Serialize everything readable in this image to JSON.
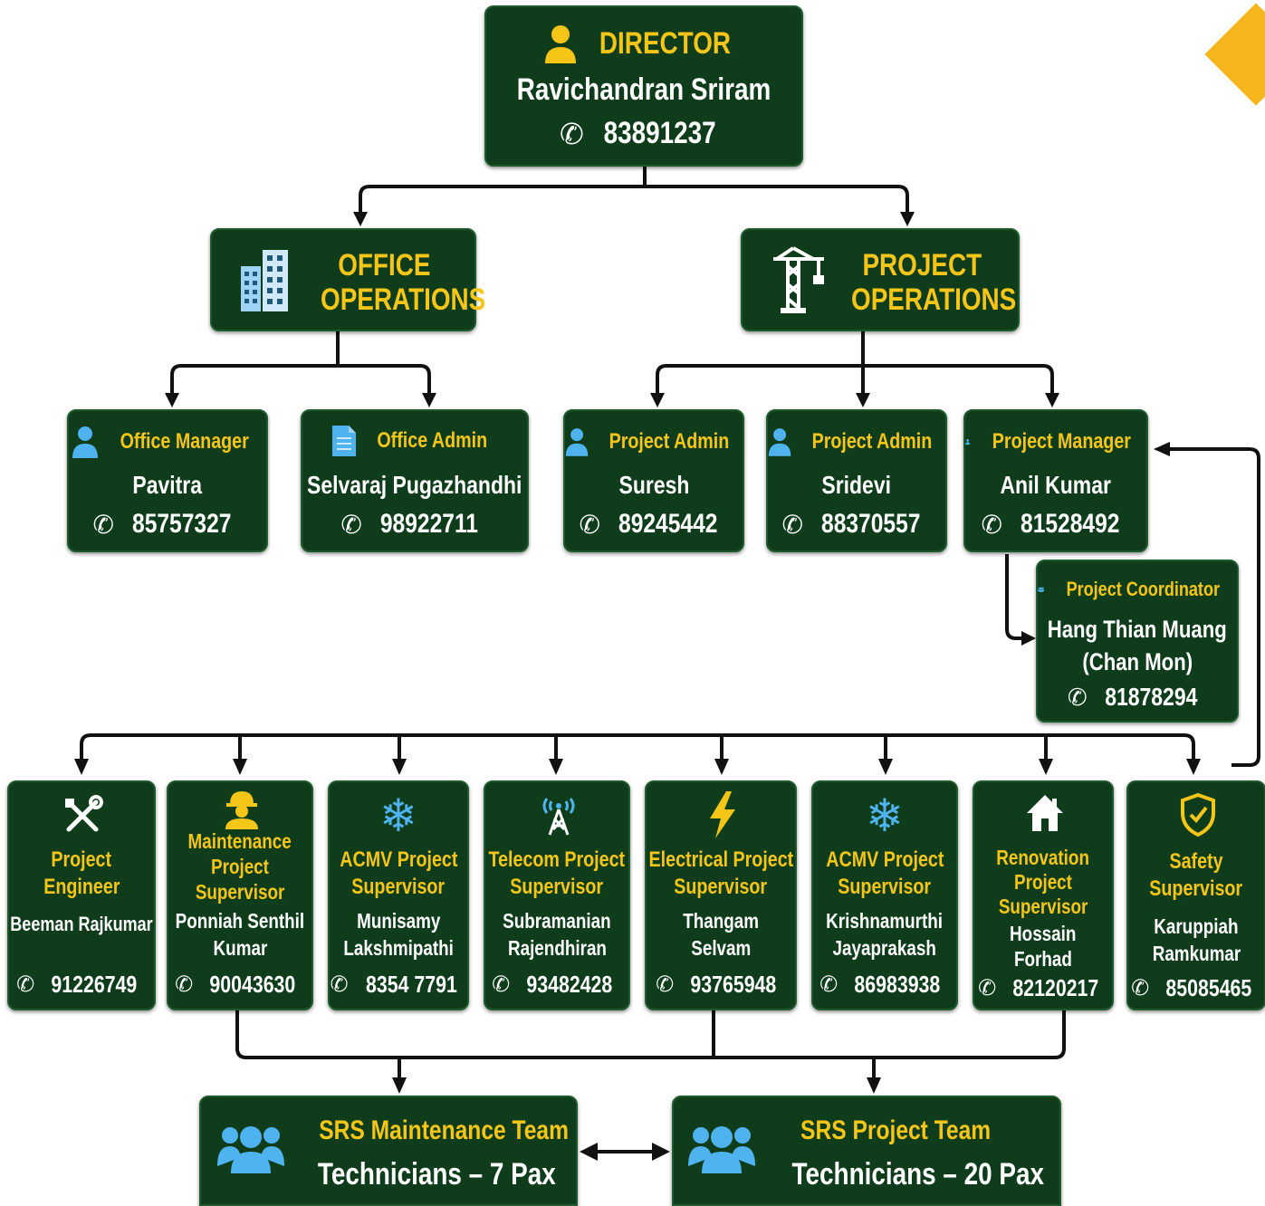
{
  "director": {
    "title": "DIRECTOR",
    "name": "Ravichandran Sriram",
    "phone": "83891237"
  },
  "divisions": {
    "office": {
      "line1": "OFFICE",
      "line2": "OPERATIONS"
    },
    "project": {
      "line1": "PROJECT",
      "line2": "OPERATIONS"
    }
  },
  "managers": [
    {
      "role": "Office Manager",
      "name": "Pavitra",
      "phone": "85757327",
      "icon": "person-icon"
    },
    {
      "role": "Office Admin",
      "name": "Selvaraj Pugazhandhi",
      "phone": "98922711",
      "icon": "document-icon"
    },
    {
      "role": "Project Admin",
      "name": "Suresh",
      "phone": "89245442",
      "icon": "person-icon"
    },
    {
      "role": "Project Admin",
      "name": "Sridevi",
      "phone": "88370557",
      "icon": "person-icon"
    },
    {
      "role": "Project Manager",
      "name": "Anil Kumar",
      "phone": "81528492",
      "icon": "person-icon"
    }
  ],
  "coordinator": {
    "role": "Project Coordinator",
    "name1": "Hang Thian Muang",
    "name2": "(Chan Mon)",
    "phone": "81878294"
  },
  "supervisors": [
    {
      "role": [
        "Project",
        "Engineer"
      ],
      "name": [
        "Beeman Rajkumar"
      ],
      "phone": "91226749",
      "icon": "tools-icon"
    },
    {
      "role": [
        "Maintenance",
        "Project",
        "Supervisor"
      ],
      "name": [
        "Ponniah Senthil",
        "Kumar"
      ],
      "phone": "90043630",
      "icon": "worker-icon"
    },
    {
      "role": [
        "ACMV Project",
        "Supervisor"
      ],
      "name": [
        "Munisamy",
        "Lakshmipathi"
      ],
      "phone": "8354 7791",
      "icon": "snowflake-icon"
    },
    {
      "role": [
        "Telecom Project",
        "Supervisor"
      ],
      "name": [
        "Subramanian",
        "Rajendhiran"
      ],
      "phone": "93482428",
      "icon": "antenna-icon"
    },
    {
      "role": [
        "Electrical Project",
        "Supervisor"
      ],
      "name": [
        "Thangam",
        "Selvam"
      ],
      "phone": "93765948",
      "icon": "lightning-icon"
    },
    {
      "role": [
        "ACMV Project",
        "Supervisor"
      ],
      "name": [
        "Krishnamurthi",
        "Jayaprakash"
      ],
      "phone": "86983938",
      "icon": "snowflake-icon"
    },
    {
      "role": [
        "Renovation",
        "Project",
        "Supervisor"
      ],
      "name": [
        "Hossain",
        "Forhad"
      ],
      "phone": "82120217",
      "icon": "house-icon"
    },
    {
      "role": [
        "Safety",
        "Supervisor"
      ],
      "name": [
        "Karuppiah",
        "Ramkumar"
      ],
      "phone": "85085465",
      "icon": "shield-icon"
    }
  ],
  "teams": [
    {
      "title": "SRS Maintenance Team",
      "sub": "Technicians – 7 Pax"
    },
    {
      "title": "SRS Project Team",
      "sub": "Technicians – 20 Pax"
    }
  ],
  "colors": {
    "box": "#0f3d1c",
    "accent": "#f5c518",
    "icon_blue": "#4fb3f0",
    "line": "#111111"
  }
}
